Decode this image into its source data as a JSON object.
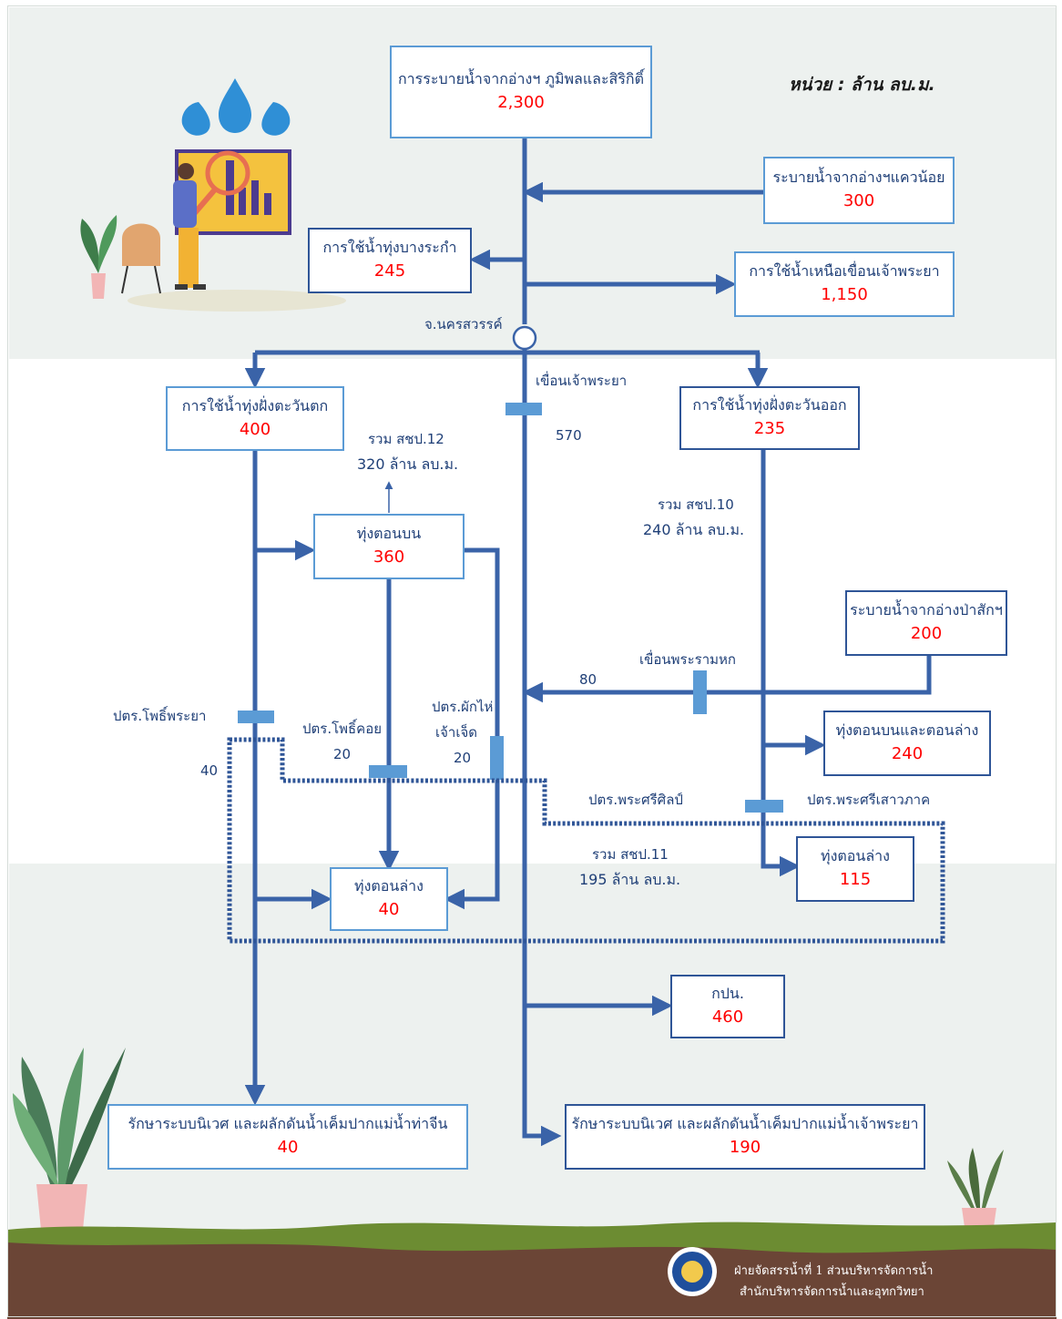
{
  "unit_label": "หน่วย : ล้าน ลบ.ม.",
  "release_main": {
    "label": "การระบายน้ำจากอ่างฯ ภูมิพลและสิริกิติ์",
    "value": "2,300"
  },
  "release_khwae": {
    "label": "ระบายน้ำจากอ่างฯแควน้อย",
    "value": "300"
  },
  "bang_rakam": {
    "label": "การใช้น้ำทุ่งบางระกำ",
    "value": "245"
  },
  "above_dam": {
    "label": "การใช้น้ำเหนือเขื่อนเจ้าพระยา",
    "value": "1,150"
  },
  "nakhon_sawan": "จ.นครสวรรค์",
  "west_use": {
    "label": "การใช้น้ำทุ่งฝั่งตะวันตก",
    "value": "400"
  },
  "east_use": {
    "label": "การใช้น้ำทุ่งฝั่งตะวันออก",
    "value": "235"
  },
  "chao_phraya_dam": {
    "label": "เขื่อนเจ้าพระยา",
    "value": "570"
  },
  "sec12": {
    "line1": "รวม สชป.12",
    "line2": "320 ล้าน ลบ.ม."
  },
  "sec10": {
    "line1": "รวม สชป.10",
    "line2": "240 ล้าน ลบ.ม."
  },
  "sec11": {
    "line1": "รวม สชป.11",
    "line2": "195 ล้าน ลบ.ม."
  },
  "upper_field": {
    "label": "ทุ่งตอนบน",
    "value": "360"
  },
  "pasak": {
    "label": "ระบายน้ำจากอ่างป่าสักฯ",
    "value": "200"
  },
  "rama6_dam": {
    "label": "เขื่อนพระรามหก",
    "value": "80"
  },
  "pho_phraya": {
    "label": "ปตร.โพธิ์พระยา",
    "value": "40"
  },
  "pho_khoi": {
    "label": "ปตร.โพธิ์คอย",
    "value": "20"
  },
  "phak_hai": {
    "line1": "ปตร.ผักไห่",
    "line2": "เจ้าเจ็ด",
    "value": "20"
  },
  "upper_lower": {
    "label": "ทุ่งตอนบนและตอนล่าง",
    "value": "240"
  },
  "phra_si_sin": "ปตร.พระศรีศิลป์",
  "phra_si_saowaphak": "ปตร.พระศรีเสาวภาค",
  "lower_field_west": {
    "label": "ทุ่งตอนล่าง",
    "value": "40"
  },
  "lower_field_east": {
    "label": "ทุ่งตอนล่าง",
    "value": "115"
  },
  "mwa": {
    "label": "กปน.",
    "value": "460"
  },
  "eco_tha_chin": {
    "label": "รักษาระบบนิเวศ และผลักดันน้ำเค็มปากแม่น้ำท่าจีน",
    "value": "40"
  },
  "eco_chao_phraya": {
    "label": "รักษาระบบนิเวศ และผลักดันน้ำเค็มปากแม่น้ำเจ้าพระยา",
    "value": "190"
  },
  "footer": {
    "line1": "ฝ่ายจัดสรรน้ำที่ 1 ส่วนบริหารจัดการน้ำ",
    "line2": "สำนักบริหารจัดการน้ำและอุทกวิทยา"
  },
  "colors": {
    "line": "#3a63a8",
    "box_border": "#2f5597",
    "value": "#ff0000",
    "gate": "#5b9bd5",
    "soil": "#6b4536",
    "grass": "#6c8c32"
  }
}
